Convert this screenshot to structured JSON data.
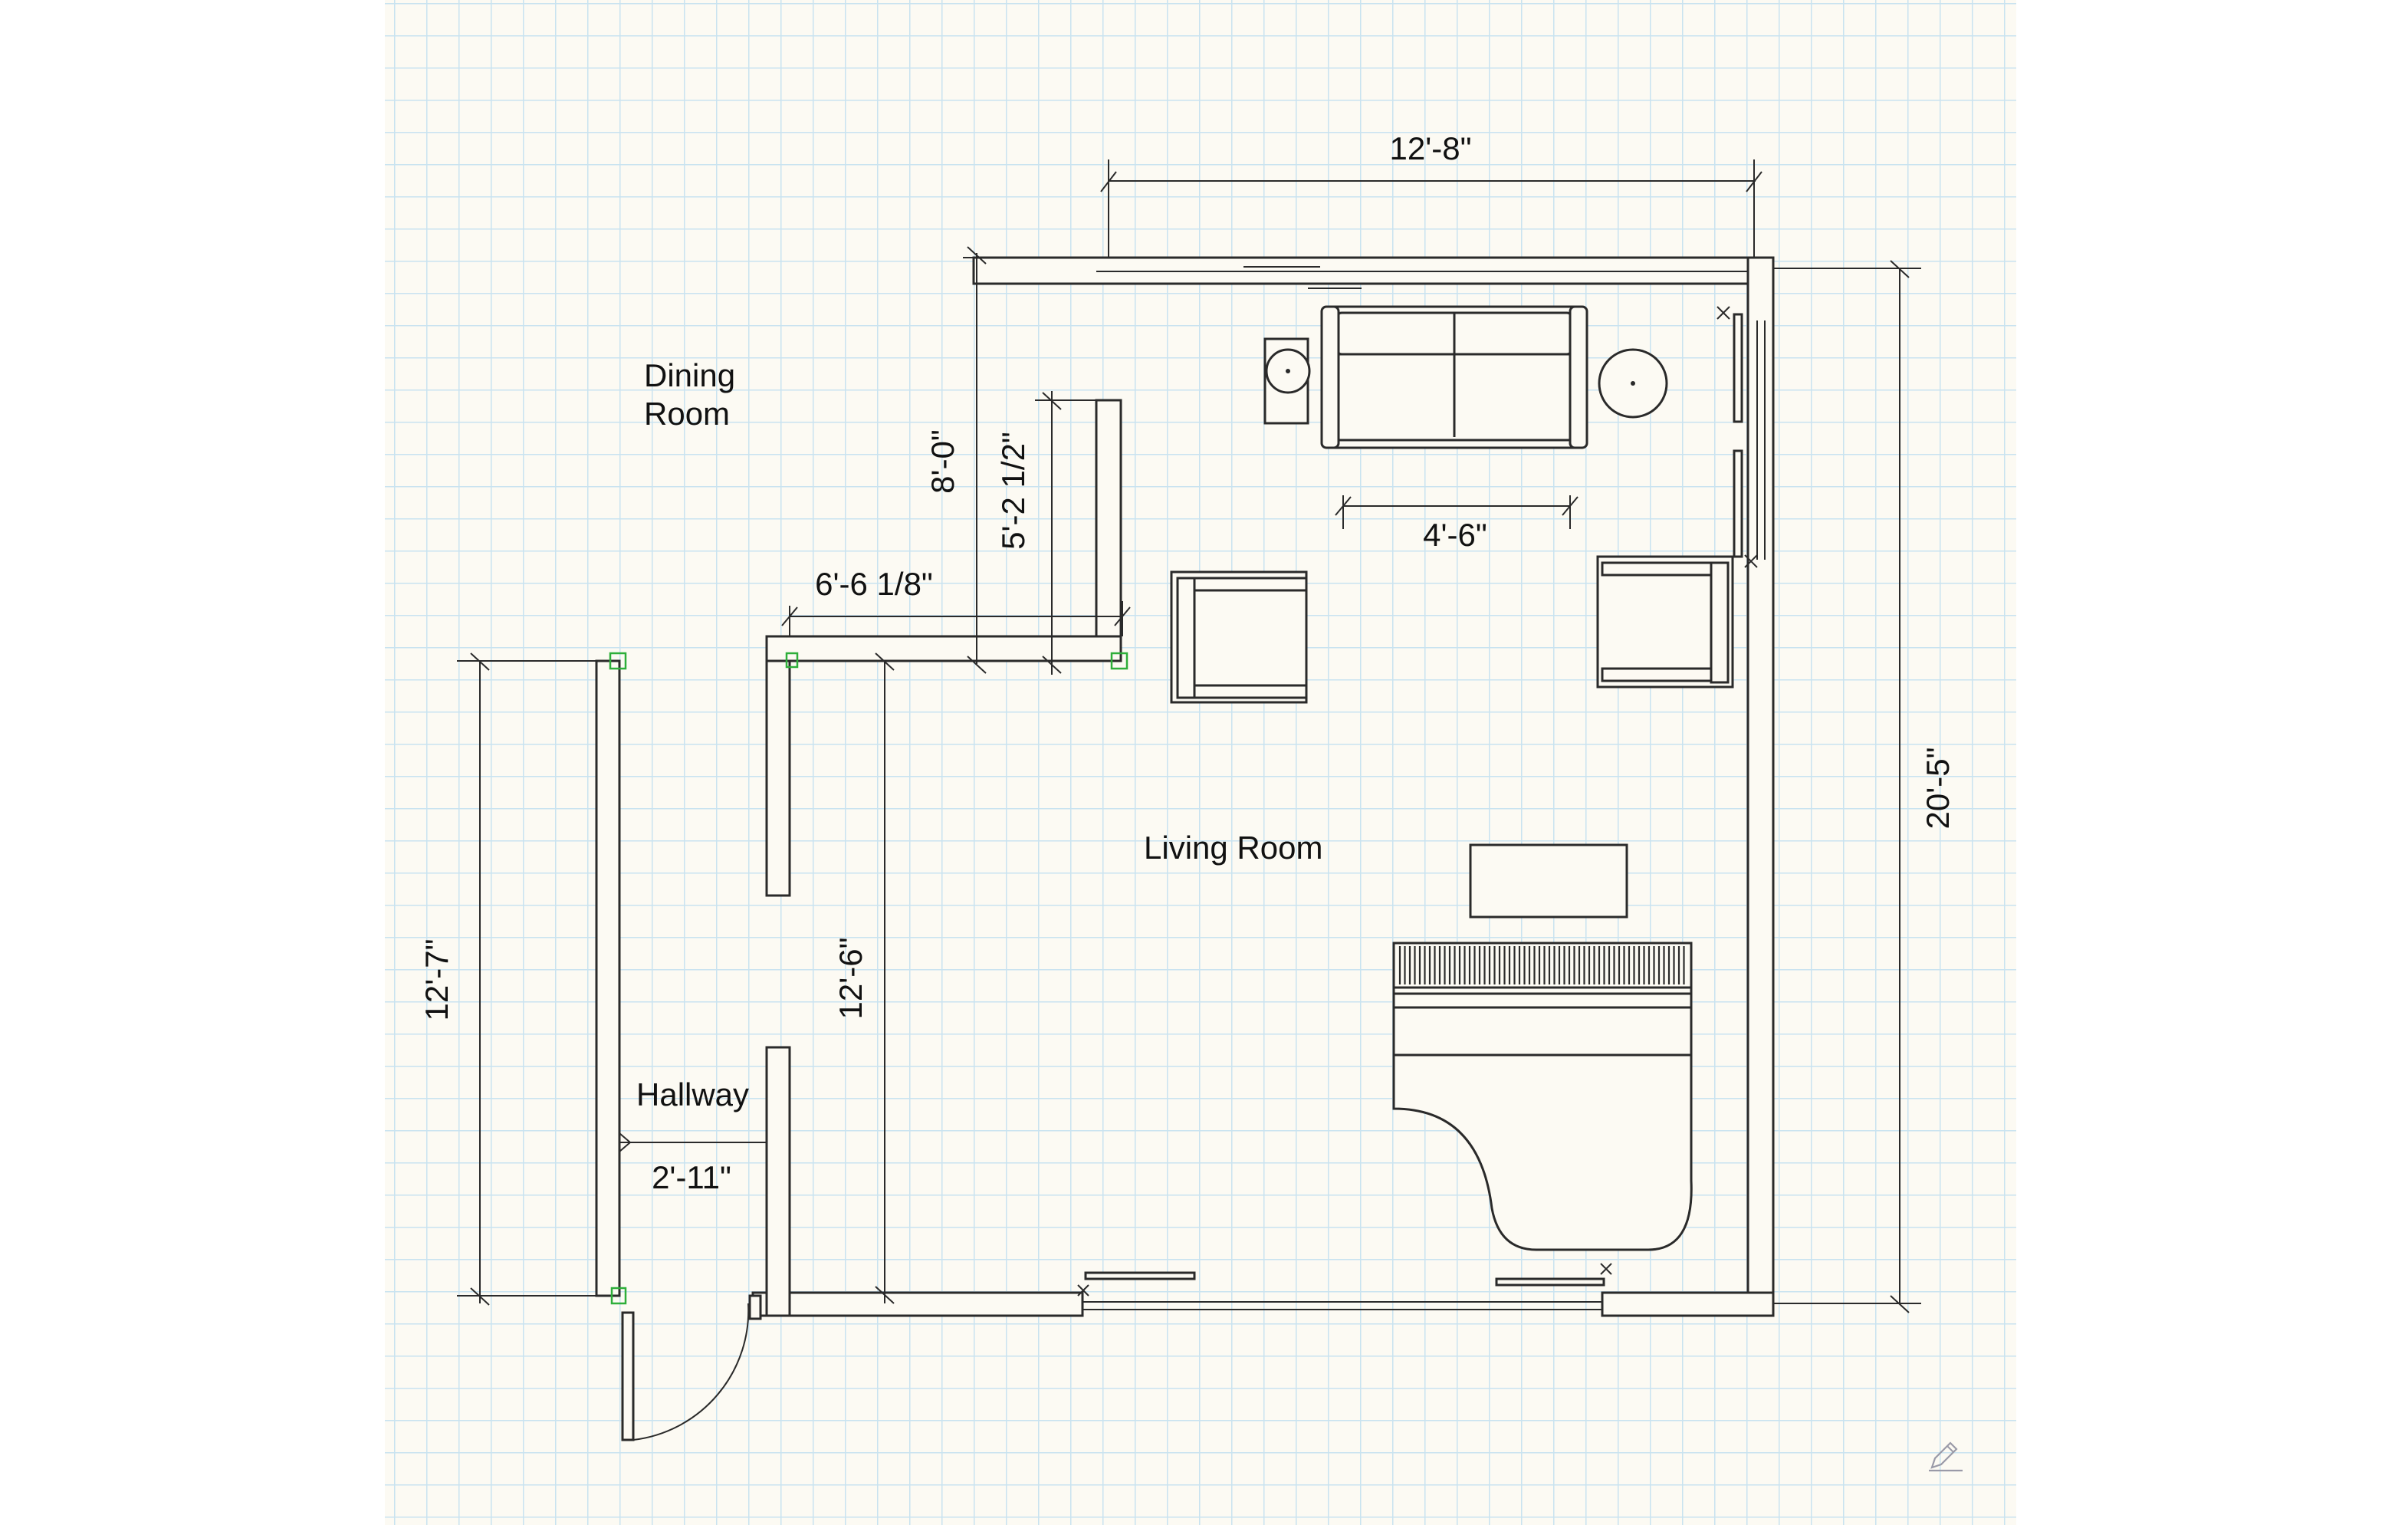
{
  "rooms": {
    "dining_line1": "Dining",
    "dining_line2": "Room",
    "living": "Living Room",
    "hallway": "Hallway"
  },
  "dimensions": {
    "top_width": "12'-8\"",
    "right_height": "20'-5\"",
    "sofa_width": "4'-6\"",
    "opening_height": "8'-0\"",
    "partial_wall": "5'-2 1/2\"",
    "wall_segment": "6'-6 1/8\"",
    "hall_length": "12'-7\"",
    "inner_length": "12'-6\"",
    "hall_width": "2'-11\""
  },
  "icons": {
    "edit": "pencil-icon"
  },
  "colors": {
    "grid": "#c9e3f0",
    "paper": "#fcfaf3",
    "handle": "#2eae3a"
  }
}
